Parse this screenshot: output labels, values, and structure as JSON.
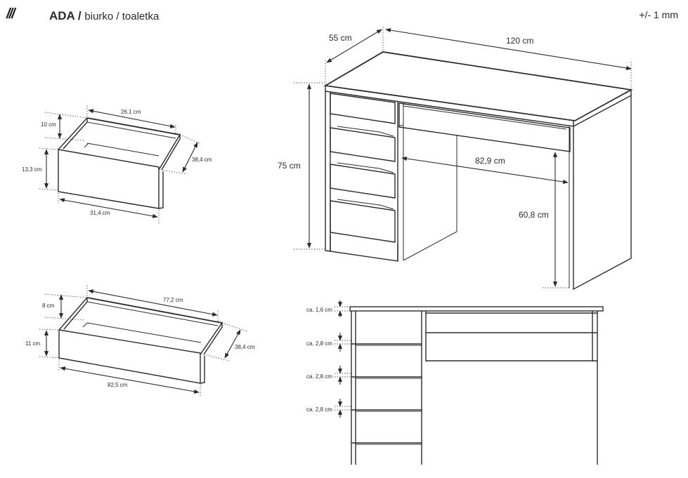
{
  "header": {
    "brand_mark": "///",
    "product_name": "ADA /",
    "product_type": "biurko / toaletka",
    "tolerance": "+/- 1 mm"
  },
  "desk_dimensions": {
    "depth": "55 cm",
    "width": "120 cm",
    "height": "75 cm",
    "inner_width": "82,9 cm",
    "under_clearance": "60,8 cm"
  },
  "small_drawer": {
    "inner_width": "26,1 cm",
    "inner_height": "10 cm",
    "front_height": "13,3 cm",
    "depth": "38,4 cm",
    "front_width": "31,4 cm"
  },
  "large_drawer": {
    "inner_width": "77,2 cm",
    "inner_height": "8 cm",
    "front_height": "11 cm",
    "depth": "38,4 cm",
    "front_width": "82,5 cm"
  },
  "front_view": {
    "top_thickness": "ca. 1,6 cm",
    "gap_1": "ca. 2,8 cm",
    "gap_2": "ca. 2,8 cm",
    "gap_3": "ca. 2,8 cm"
  }
}
